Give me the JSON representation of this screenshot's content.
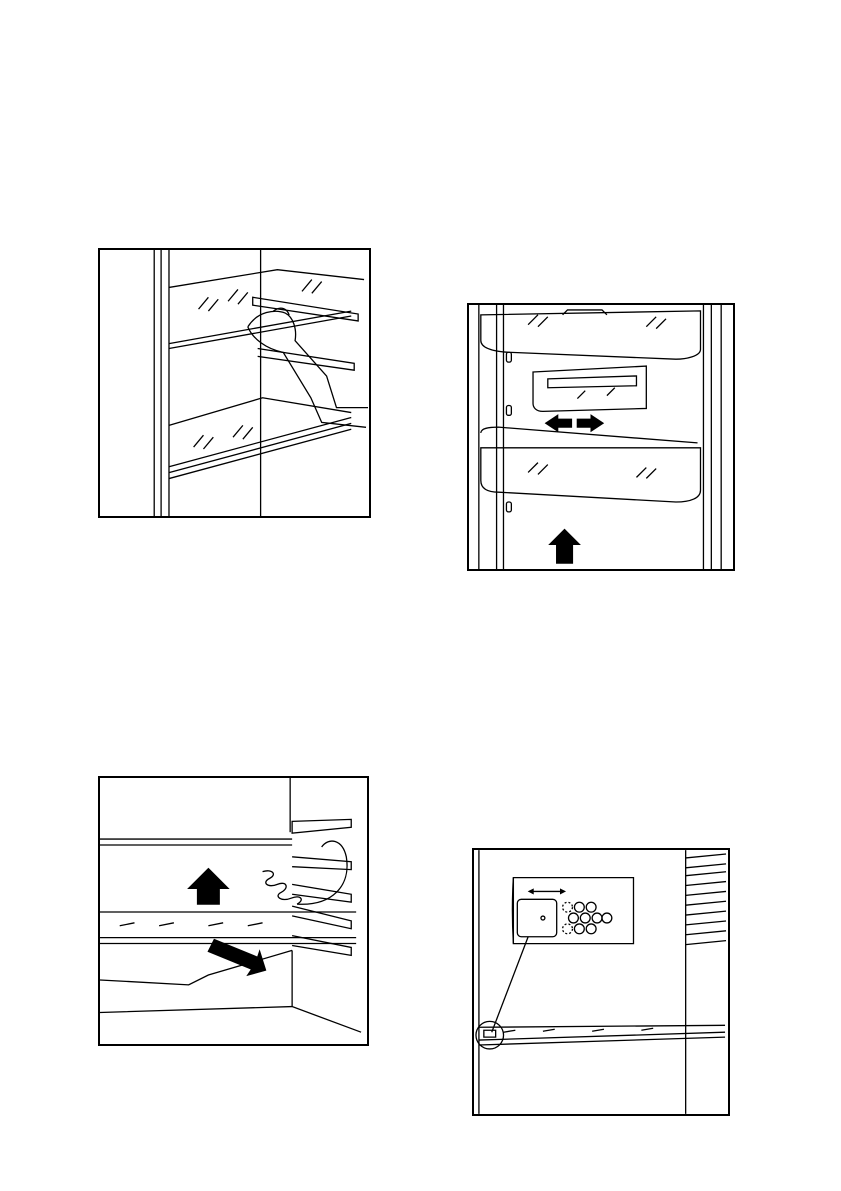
{
  "figures": [
    {
      "id": "fig1",
      "icon": "shelf-handling-illustration"
    },
    {
      "id": "fig2",
      "icon": "door-shelf-illustration"
    },
    {
      "id": "fig3",
      "icon": "shelf-removal-illustration"
    },
    {
      "id": "fig4",
      "icon": "humidity-control-illustration"
    }
  ]
}
